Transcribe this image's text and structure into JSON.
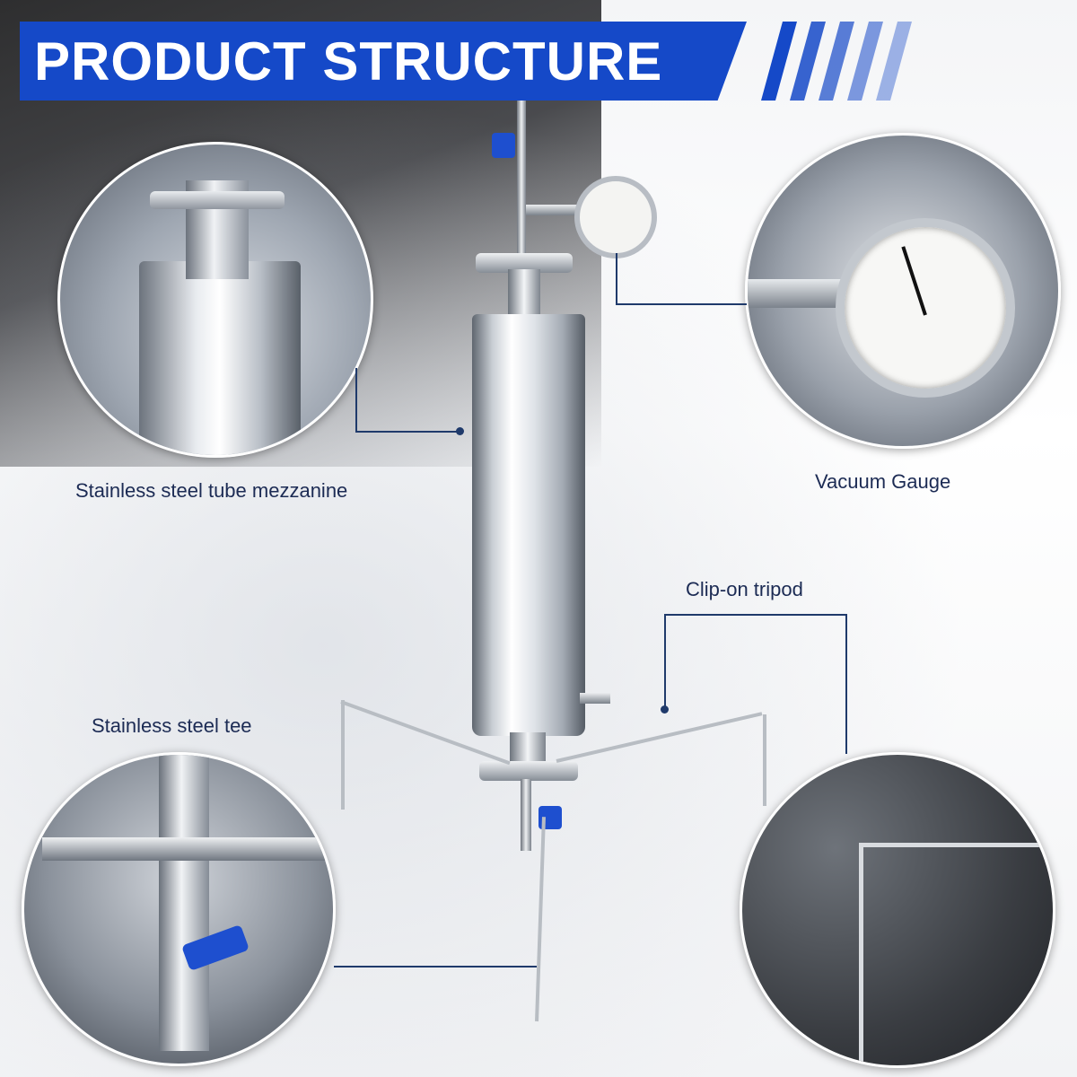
{
  "title": "PRODUCT STRUCTURE",
  "callouts": {
    "tube_mezzanine": "Stainless steel tube mezzanine",
    "vacuum_gauge": "Vacuum Gauge",
    "tripod": "Clip-on tripod",
    "tee": "Stainless steel tee"
  },
  "colors": {
    "accent": "#1549c8",
    "label_text": "#1c2b54",
    "callout_line": "#1f3a6b"
  }
}
